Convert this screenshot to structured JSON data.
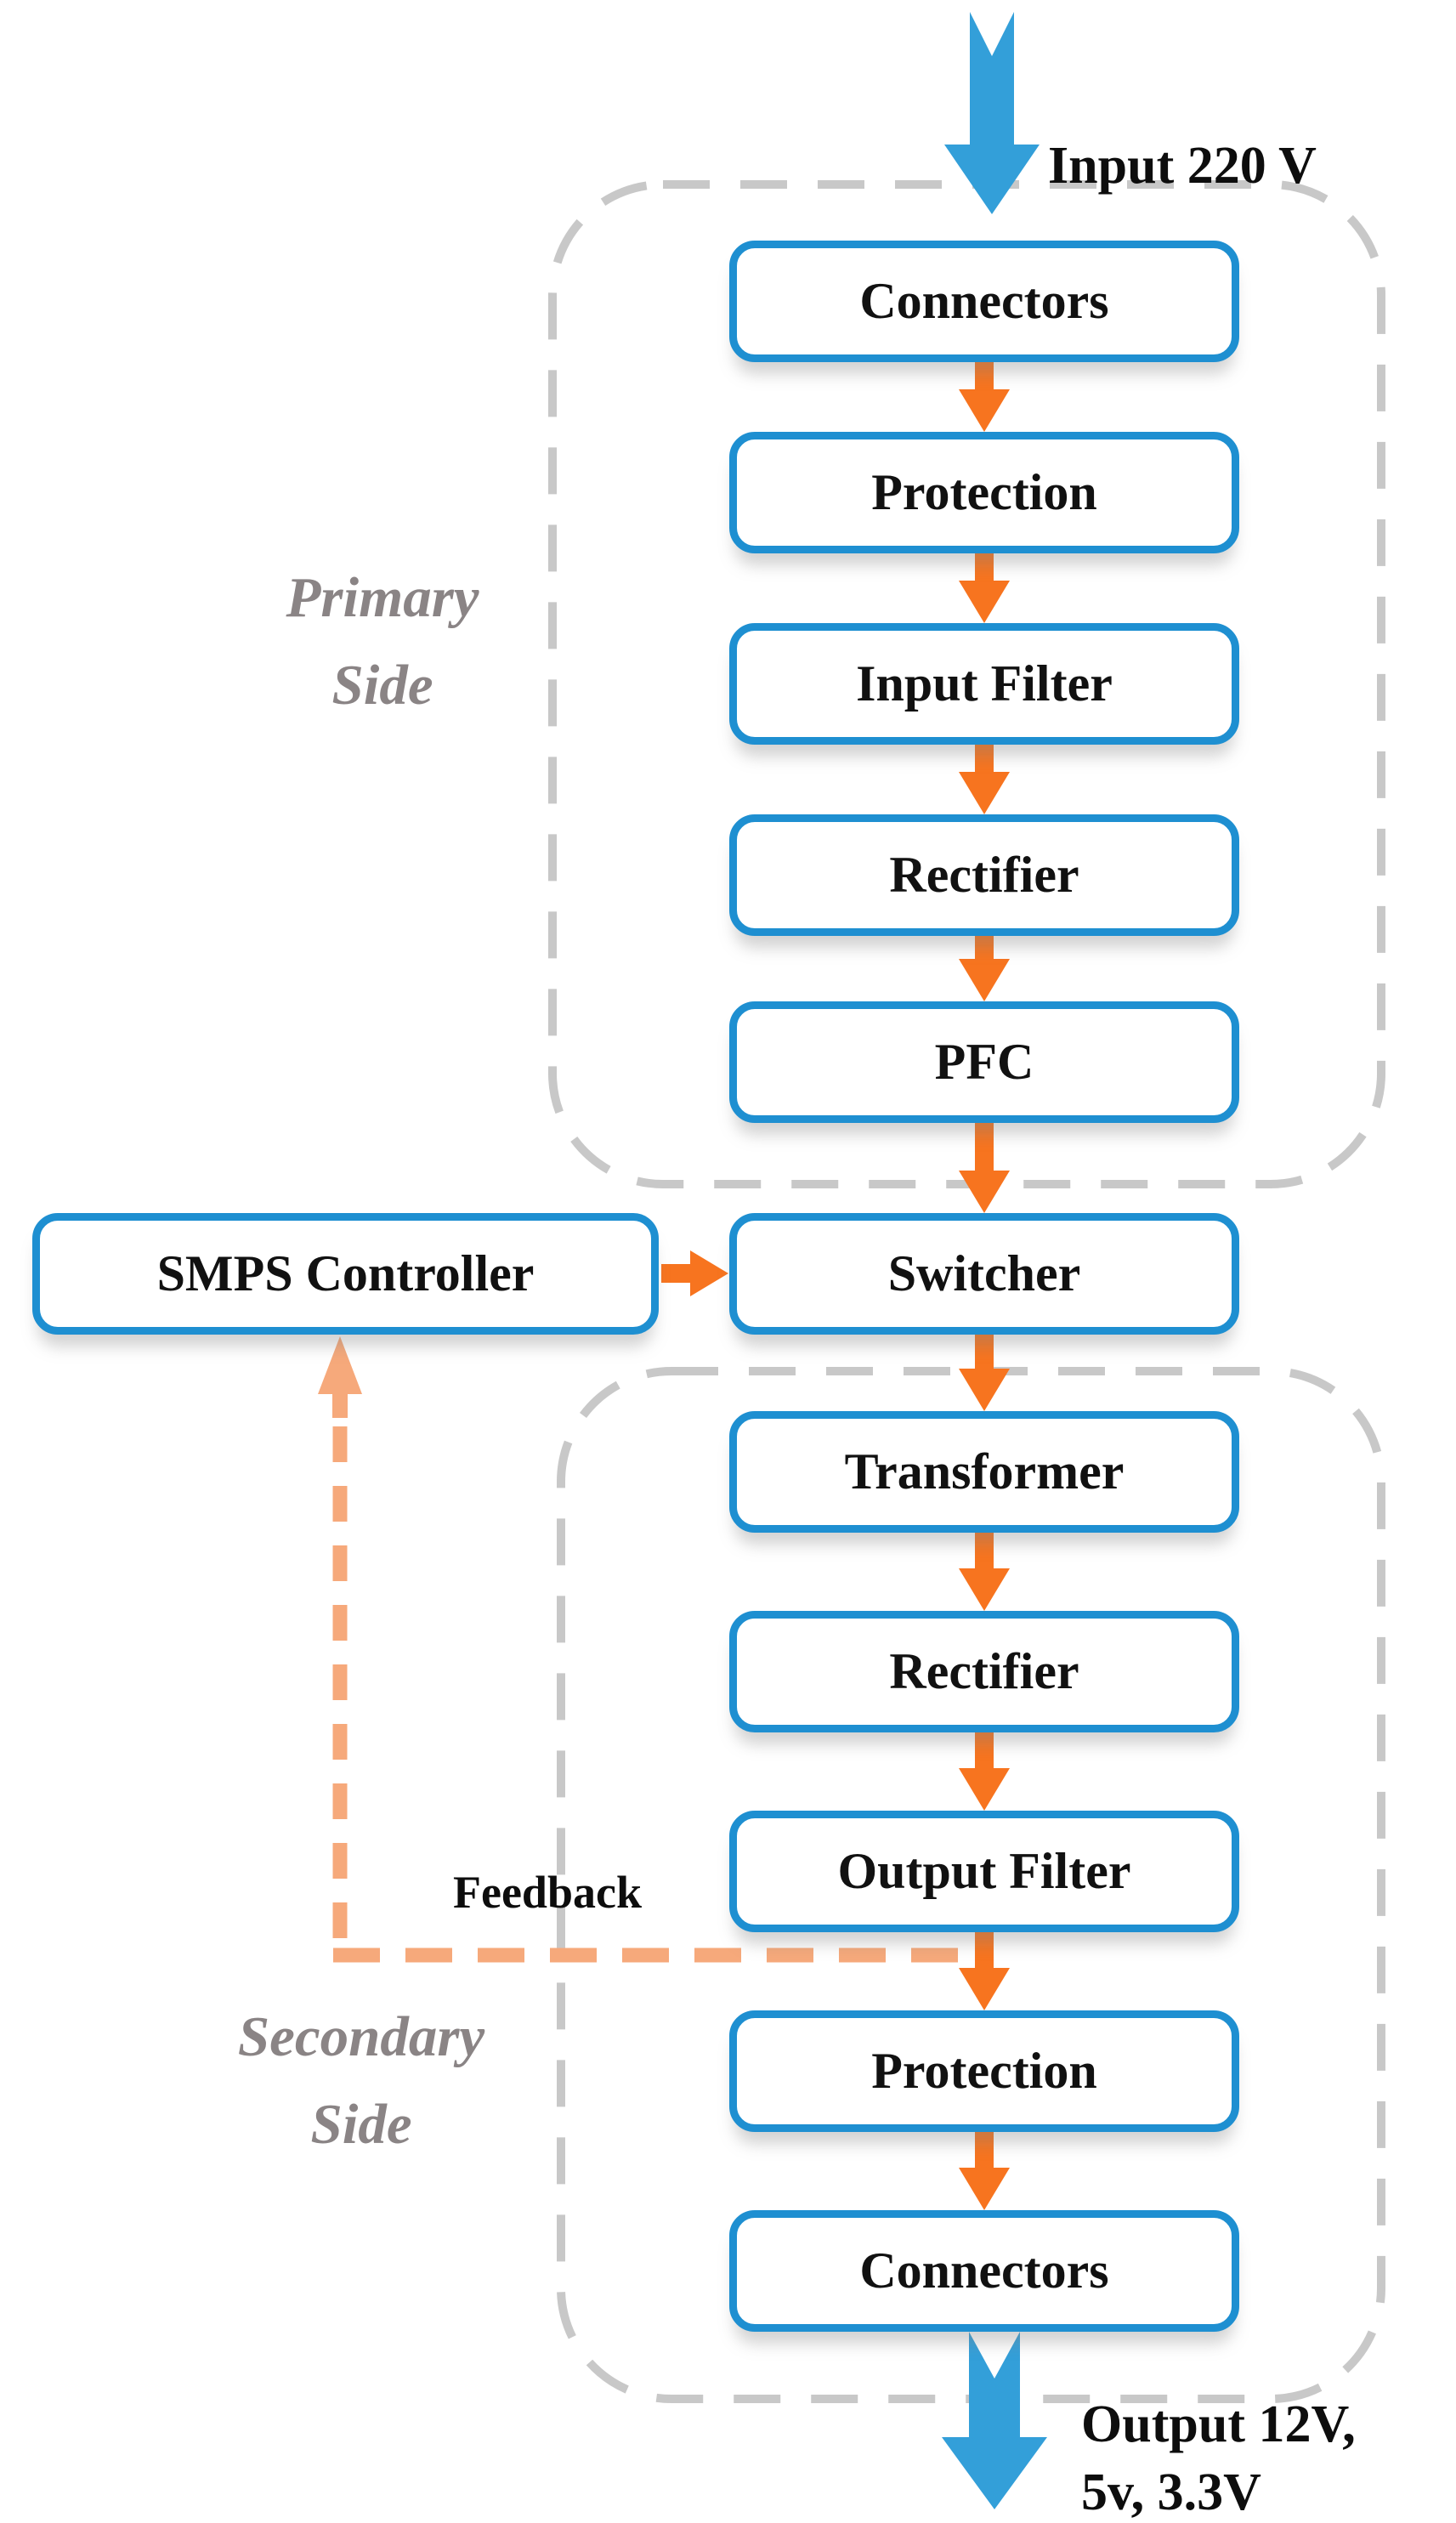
{
  "diagram": {
    "annotations": {
      "input_label": "Input 220 V",
      "output_label_line1": "Output 12V,",
      "output_label_line2": "5v, 3.3V",
      "feedback_label": "Feedback"
    },
    "regions": {
      "primary": {
        "label_line1": "Primary",
        "label_line2": "Side"
      },
      "secondary": {
        "label_line1": "Secondary",
        "label_line2": "Side"
      }
    },
    "nodes": {
      "connectors_primary": "Connectors",
      "protection_primary": "Protection",
      "input_filter": "Input Filter",
      "rectifier_primary": "Rectifier",
      "pfc": "PFC",
      "smps_controller": "SMPS Controller",
      "switcher": "Switcher",
      "transformer": "Transformer",
      "rectifier_secondary": "Rectifier",
      "output_filter": "Output Filter",
      "protection_secondary": "Protection",
      "connectors_secondary": "Connectors"
    },
    "edges": [
      {
        "from": "Input 220 V",
        "to": "Connectors"
      },
      {
        "from": "Connectors",
        "to": "Protection"
      },
      {
        "from": "Protection",
        "to": "Input Filter"
      },
      {
        "from": "Input Filter",
        "to": "Rectifier"
      },
      {
        "from": "Rectifier",
        "to": "PFC"
      },
      {
        "from": "PFC",
        "to": "Switcher"
      },
      {
        "from": "SMPS Controller",
        "to": "Switcher"
      },
      {
        "from": "Switcher",
        "to": "Transformer"
      },
      {
        "from": "Transformer",
        "to": "Rectifier"
      },
      {
        "from": "Rectifier",
        "to": "Output Filter"
      },
      {
        "from": "Output Filter",
        "to": "Protection"
      },
      {
        "from": "Protection",
        "to": "Connectors"
      },
      {
        "from": "Connectors",
        "to": "Output 12V, 5v, 3.3V"
      },
      {
        "from": "Output Filter",
        "to": "SMPS Controller",
        "type": "feedback"
      }
    ],
    "colors": {
      "box_border_blue": "#1e8fd1",
      "big_arrow_blue": "#339fd9",
      "flow_arrow_orange": "#f7741f",
      "feedback_orange": "#f6a97b",
      "region_dash_gray": "#c8c8c8",
      "side_label_gray": "#8a8485",
      "text_black": "#111111"
    }
  }
}
